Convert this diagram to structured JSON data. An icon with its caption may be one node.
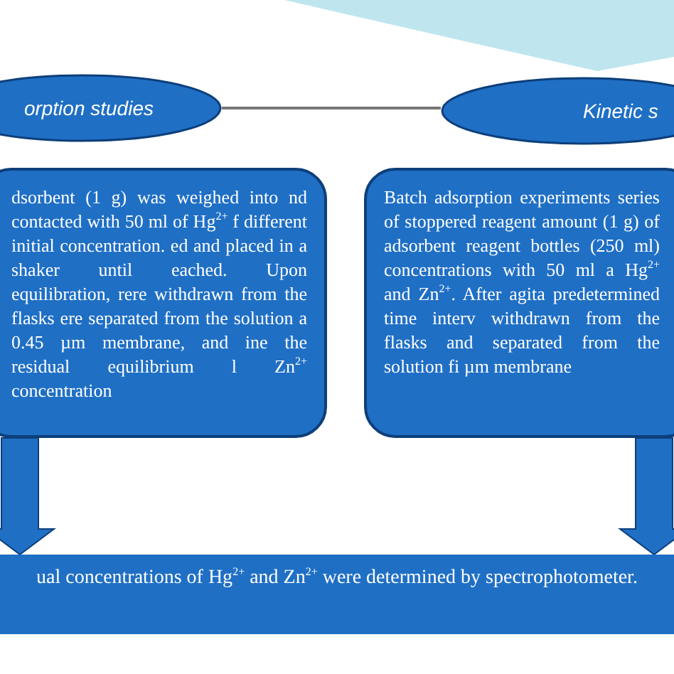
{
  "diagram": {
    "nodes": [
      {
        "text": [
          "orption studies"
        ]
      },
      {
        "text": [
          "dsorbent (1 g) was weighed into nd contacted with 50 ml of Hg$^{2+}$ f different initial concentration. ed and placed in a shaker until eached. Upon equilibration, rere withdrawn from the flasks ere separated from the solution a 0.45 µm membrane, and ine the residual equilibrium l Zn$^{2+}$ concentration"
        ]
      },
      {
        "text": [
          "Kinetic s"
        ]
      },
      {
        "text": [
          "Batch adsorption experiments series of stoppered reagent amount (1 g) of adsorbent reagent bottles (250 ml) concentrations with 50 ml a Hg$^{2+}$ and Zn$^{2+}$. After agita predetermined time interv withdrawn from the flasks and separated from the solution fi µm membrane"
        ]
      },
      {
        "text": [
          "ual concentrations of Hg$^{2+}$ and Zn$^{2+}$ were determined by spectrophotometer."
        ]
      }
    ],
    "edges": [
      {
        "from": 0,
        "to": 2,
        "arrow": "none"
      },
      {
        "from": 1,
        "to": 4,
        "arrow": "to",
        "style": "thick"
      },
      {
        "from": 3,
        "to": 4,
        "arrow": "to",
        "style": "thick"
      }
    ]
  }
}
